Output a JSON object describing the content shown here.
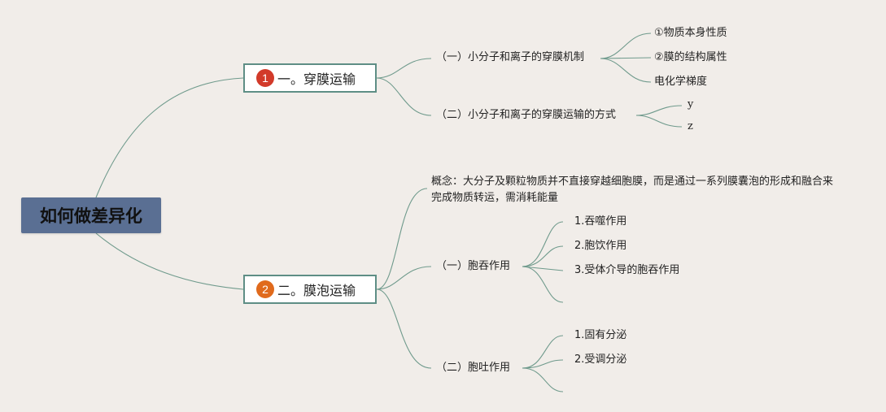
{
  "root": {
    "label": "如何做差异化"
  },
  "branch1": {
    "badge": "1",
    "label": "一。穿膜运输",
    "sub1": {
      "label": "（一）小分子和离子的穿膜机制",
      "items": [
        "①物质本身性质",
        "②膜的结构属性",
        "电化学梯度"
      ]
    },
    "sub2": {
      "label": "（二）小分子和离子的穿膜运输的方式",
      "items": [
        "y",
        "z"
      ]
    }
  },
  "branch2": {
    "badge": "2",
    "label": "二。膜泡运输",
    "concept": "概念：大分子及颗粒物质并不直接穿越细胞膜，而是通过一系列膜囊泡的形成和融合来完成物质转运，需消耗能量",
    "sub1": {
      "label": "（一）胞吞作用",
      "items": [
        "1.吞噬作用",
        "2.胞饮作用",
        "3.受体介导的胞吞作用",
        ""
      ]
    },
    "sub2": {
      "label": "（二）胞吐作用",
      "items": [
        "1.固有分泌",
        "2.受调分泌",
        ""
      ]
    }
  },
  "colors": {
    "background": "#f1ede9",
    "root_fill": "#5a6f93",
    "connector": "#6f9a8c",
    "node_border": "#5e8e85",
    "badge1": "#d23a2a",
    "badge2": "#e06a1c"
  }
}
